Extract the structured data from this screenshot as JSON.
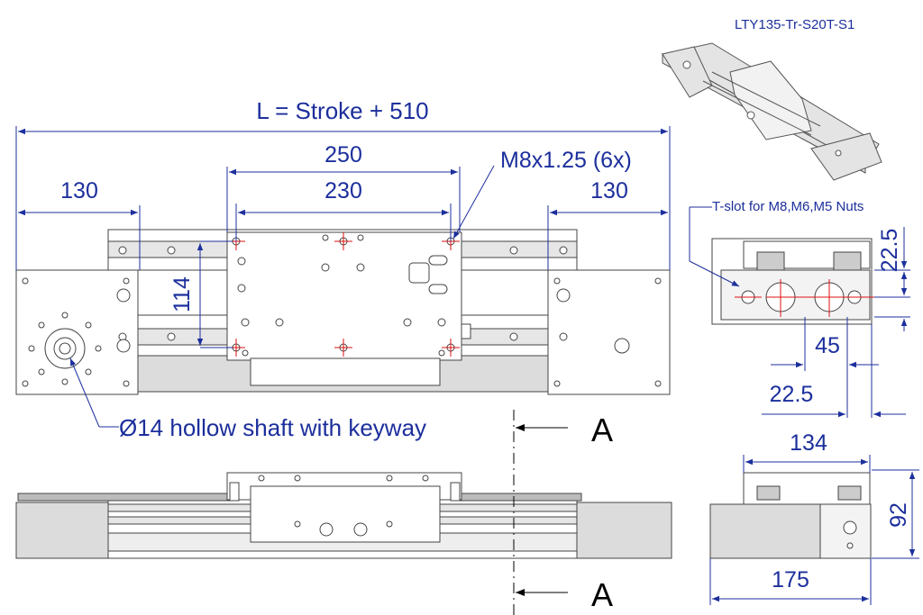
{
  "drawing": {
    "model": "LTY135-Tr-S20T-S1",
    "callouts": {
      "overall_length": "L = Stroke + 510",
      "thread": "M8x1.25 (6x)",
      "shaft": "Ø14 hollow shaft with keyway",
      "tslot": "T-slot for M8,M6,M5 Nuts"
    },
    "dimensions": {
      "carriage_length": "250",
      "hole_spacing_x": "230",
      "left_end": "130",
      "right_end": "130",
      "hole_spacing_y": "114",
      "slot_height": "22.5",
      "slot_spacing": "45",
      "slot_offset": "22.5",
      "carriage_width": "134",
      "profile_height": "92",
      "profile_width": "175"
    },
    "section": {
      "label_top": "A",
      "label_bottom": "A"
    }
  }
}
